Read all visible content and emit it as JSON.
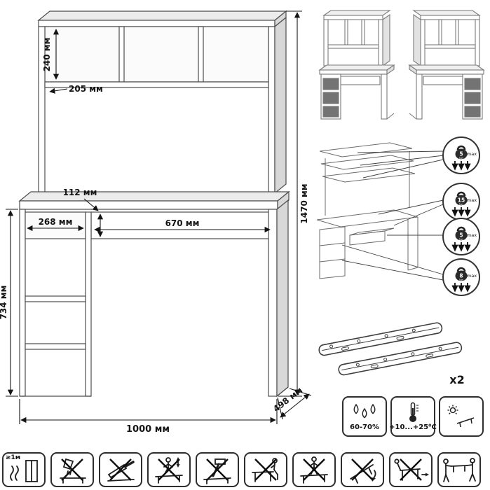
{
  "page": {
    "background": "#ffffff",
    "line_color": "#4d4d4d",
    "dim_color": "#141414",
    "dark_fill": "#737373"
  },
  "dimensions": {
    "shelf_height": "240 мм",
    "shelf_depth": "205 мм",
    "total_height": "1470 мм",
    "drawer_front_height": "112 мм",
    "cabinet_width": "268 мм",
    "drawer_width": "670 мм",
    "underdesk_height": "734 мм",
    "total_width": "1000 мм",
    "depth": "498 мм"
  },
  "load_callouts": [
    {
      "weight": "5",
      "unit": "kg",
      "max_label": "max"
    },
    {
      "weight": "15",
      "unit": "kg",
      "max_label": "max"
    },
    {
      "weight": "5",
      "unit": "kg",
      "max_label": "max"
    },
    {
      "weight": "8",
      "unit": "kg",
      "max_label": "max"
    }
  ],
  "slides": {
    "count_label": "x2"
  },
  "environment": {
    "humidity": "60-70%",
    "temperature": "+10...+25⁰С"
  },
  "care": {
    "min_distance": "≥1м"
  },
  "icons": {
    "environment": [
      "water-drops-icon",
      "thermometer-icon",
      "sunlight-table-icon"
    ],
    "care": [
      "heat-distance",
      "no-liquids",
      "no-cutting",
      "no-jumping",
      "no-hammering",
      "no-sitting-on-edge",
      "no-standing",
      "no-tilting",
      "no-dragging",
      "carry-with-two-people"
    ],
    "load": "kettlebell-icon"
  }
}
